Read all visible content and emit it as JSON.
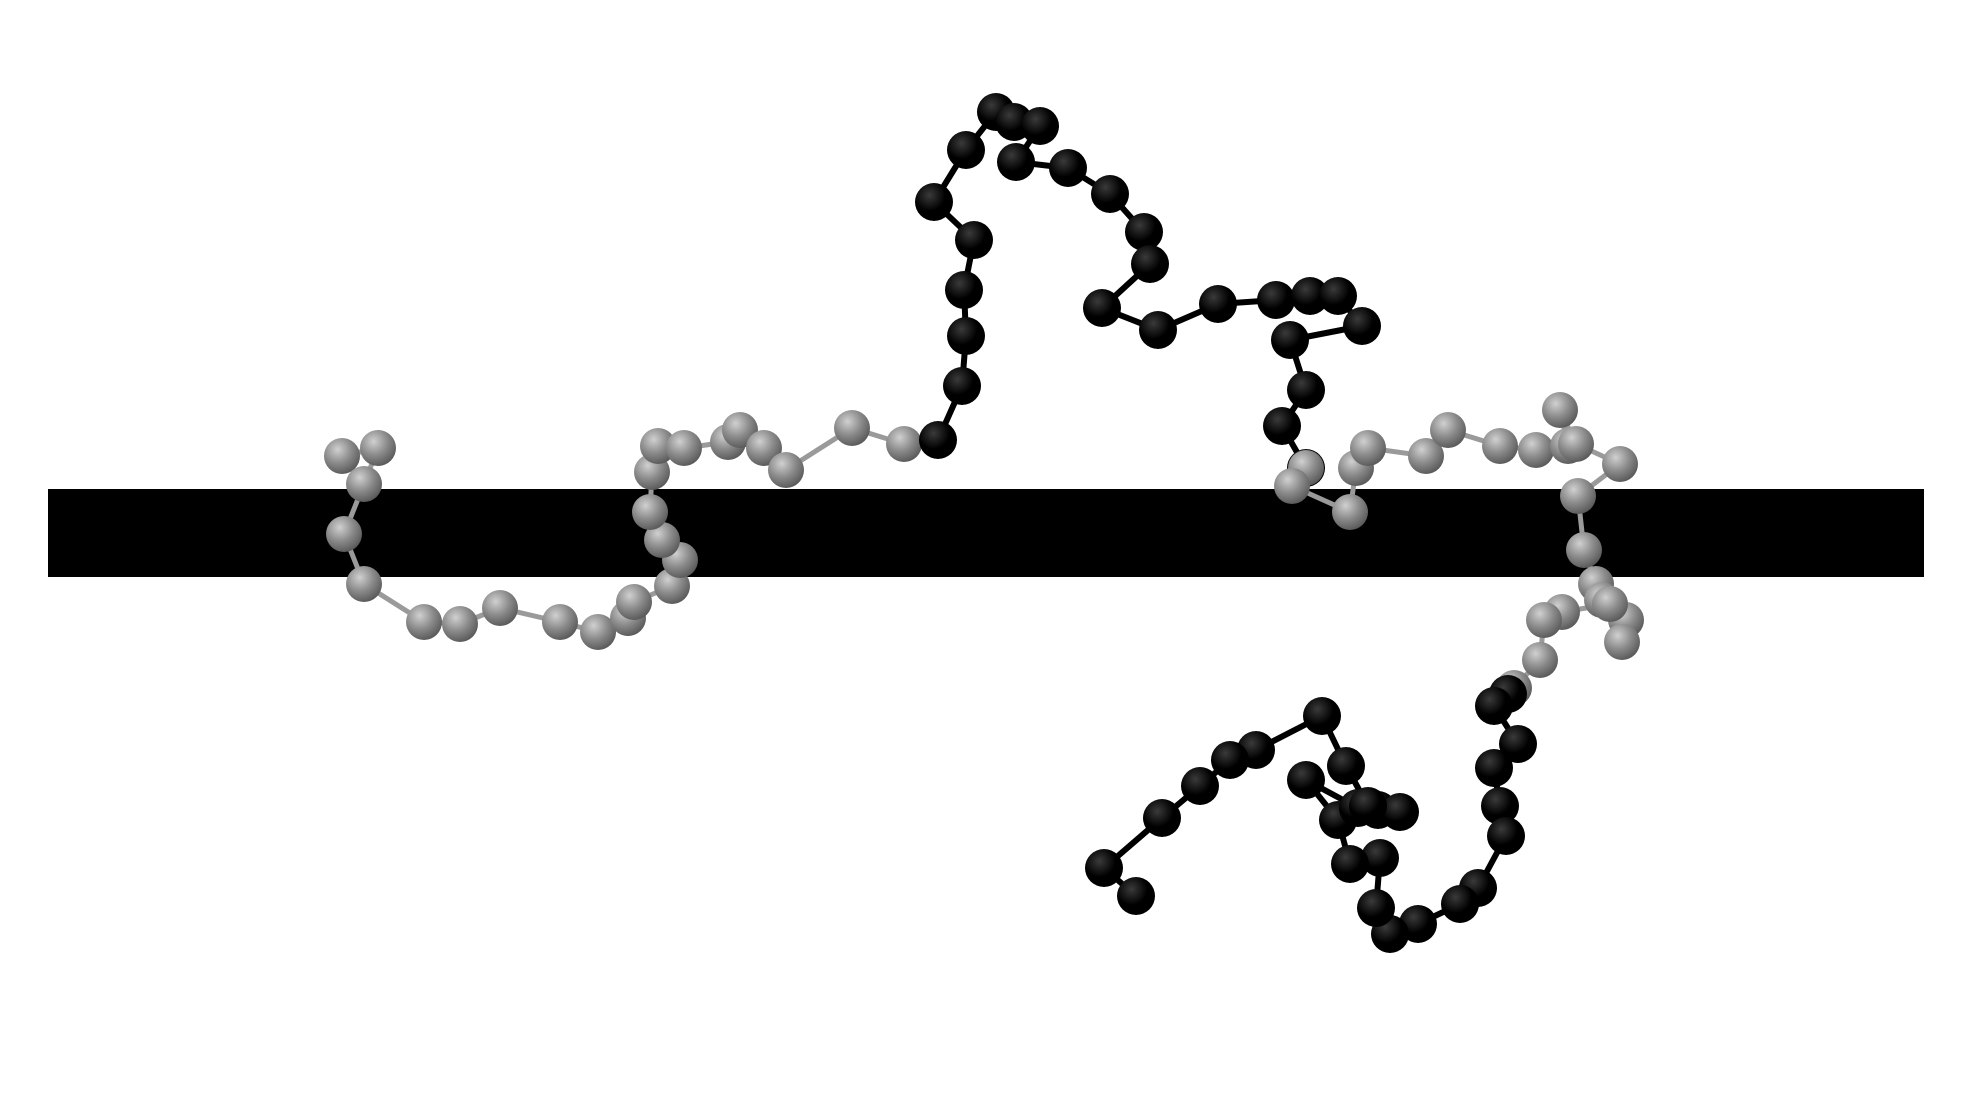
{
  "figure": {
    "colors": {
      "background": "#ffffff",
      "membrane": "#000000",
      "outer_segment_bead": "#000000",
      "outer_segment_bond": "#000000",
      "membrane_segment_bead": "#8a8a8a",
      "membrane_segment_bead_highlight": "#d0d0d0",
      "membrane_segment_bond": "#9a9a9a"
    },
    "elements": [
      "membrane-slab",
      "polymer-chain",
      "chain-bead",
      "chain-bond"
    ],
    "segment_types": [
      "adsorbed-segment",
      "free-segment"
    ]
  }
}
